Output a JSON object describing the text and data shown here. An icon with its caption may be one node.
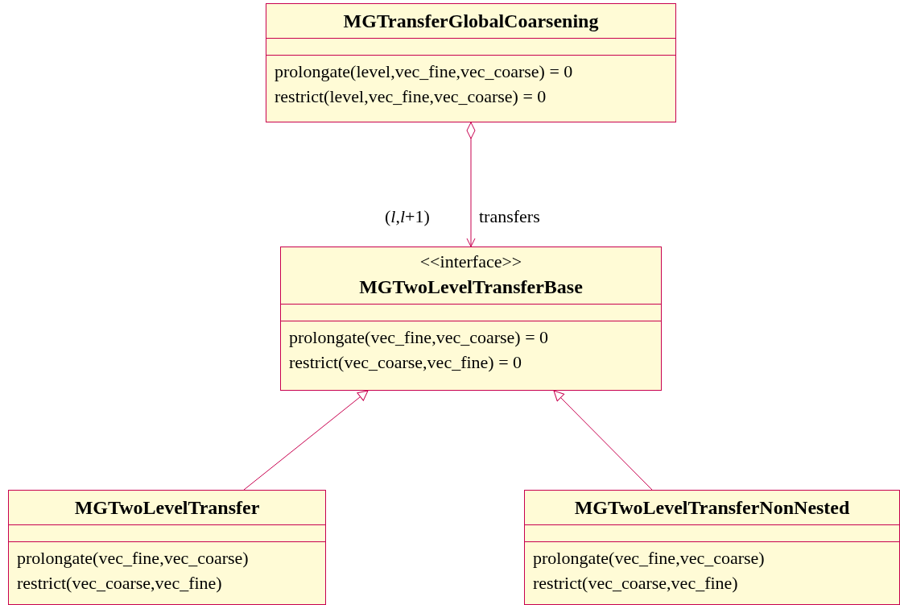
{
  "diagram": {
    "nodes": [
      {
        "text": [
          "MGTransferGlobalCoarsening",
          "prolongate(level,vec_fine,vec_coarse) = 0",
          "restrict(level,vec_fine,vec_coarse) = 0"
        ]
      },
      {
        "text": [
          "<<interface>>",
          "MGTwoLevelTransferBase",
          "prolongate(vec_fine,vec_coarse) = 0",
          "restrict(vec_coarse,vec_fine) = 0"
        ]
      },
      {
        "text": [
          "MGTwoLevelTransfer",
          "prolongate(vec_fine,vec_coarse)",
          "restrict(vec_coarse,vec_fine)"
        ]
      },
      {
        "text": [
          "MGTwoLevelTransferNonNested",
          "prolongate(vec_fine,vec_coarse)",
          "restrict(vec_coarse,vec_fine)"
        ]
      }
    ],
    "edges": [
      {
        "from": 0,
        "to": 1,
        "arrow": "to",
        "label": "transfers"
      },
      {
        "from": 2,
        "to": 1,
        "arrow": "to"
      },
      {
        "from": 3,
        "to": 1,
        "arrow": "to"
      }
    ],
    "labels": [
      "(*l*,*l*+1)"
    ]
  }
}
